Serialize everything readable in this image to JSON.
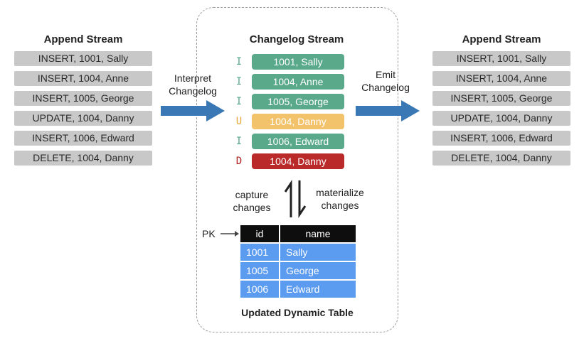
{
  "left_stream": {
    "title": "Append Stream",
    "rows": [
      "INSERT, 1001, Sally",
      "INSERT, 1004, Anne",
      "INSERT, 1005, George",
      "UPDATE, 1004, Danny",
      "INSERT, 1006, Edward",
      "DELETE, 1004, Danny"
    ]
  },
  "right_stream": {
    "title": "Append Stream",
    "rows": [
      "INSERT, 1001, Sally",
      "INSERT, 1004, Anne",
      "INSERT, 1005, George",
      "UPDATE, 1004, Danny",
      "INSERT, 1006, Edward",
      "DELETE, 1004, Danny"
    ]
  },
  "interpret_label": [
    "Interpret",
    "Changelog"
  ],
  "emit_label": [
    "Emit",
    "Changelog"
  ],
  "changelog": {
    "title": "Changelog Stream",
    "rows": [
      {
        "op": "I",
        "text": "1001, Sally",
        "color": "#5aa98a",
        "op_color": "#5aa98a"
      },
      {
        "op": "I",
        "text": "1004, Anne",
        "color": "#5aa98a",
        "op_color": "#5aa98a"
      },
      {
        "op": "I",
        "text": "1005, George",
        "color": "#5aa98a",
        "op_color": "#5aa98a"
      },
      {
        "op": "U",
        "text": "1004, Danny",
        "color": "#f2c36b",
        "op_color": "#e8a93a"
      },
      {
        "op": "I",
        "text": "1006, Edward",
        "color": "#5aa98a",
        "op_color": "#5aa98a"
      },
      {
        "op": "D",
        "text": "1004, Danny",
        "color": "#bb2a2a",
        "op_color": "#b32222"
      }
    ]
  },
  "capture_label": [
    "capture",
    "changes"
  ],
  "materialize_label": [
    "materialize",
    "changes"
  ],
  "pk_label": "PK",
  "table": {
    "headers": [
      "id",
      "name"
    ],
    "rows": [
      [
        "1001",
        "Sally"
      ],
      [
        "1005",
        "George"
      ],
      [
        "1006",
        "Edward"
      ]
    ],
    "caption": "Updated Dynamic Table"
  },
  "colors": {
    "arrow_blue": "#3a78b5",
    "grey_box": "#c8c8c8",
    "table_row": "#5b9bf0",
    "table_header": "#0e0e0e"
  }
}
